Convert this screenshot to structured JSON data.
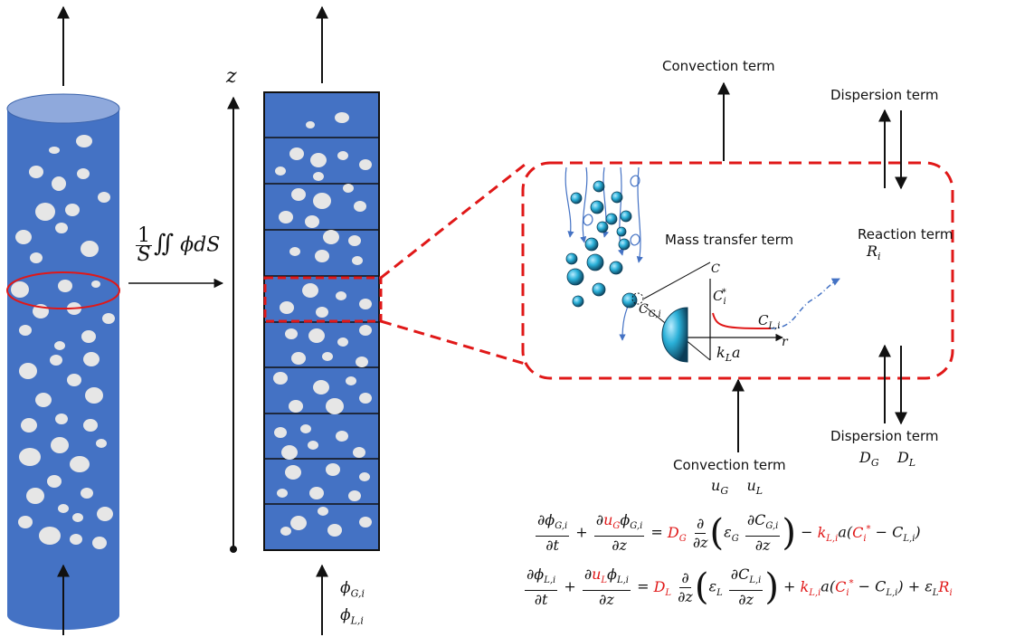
{
  "operator": {
    "fraction_numerator": "1",
    "fraction_denominator": "S",
    "integral": "∬",
    "integrand": "ϕdS"
  },
  "axis_label": "z",
  "column_bottom_labels": [
    "ϕG,i",
    "ϕL,i"
  ],
  "zoom_box_terms": {
    "convection_top": "Convection term",
    "dispersion_top": "Dispersion term",
    "mass_transfer": "Mass transfer term",
    "reaction": "Reaction term",
    "reaction_symbol": "Ri",
    "convection_bottom": "Convection term",
    "convection_symbols": "uG   uL",
    "dispersion_bottom": "Dispersion term",
    "dispersion_symbols": "DG   DL"
  },
  "mass_transfer_plot": {
    "y_axis": "C",
    "x_axis": "r",
    "interface_conc": "Ci*",
    "bulk_conc": "CL,i",
    "gas_conc": "CG,i",
    "coefficient": "kLa"
  },
  "equations": {
    "gas": "∂ϕG,i/∂t + ∂uGϕG,i/∂z = DG ∂/∂z(εG ∂CG,i/∂z) − kL,i a(Ci* − CL,i)",
    "liquid": "∂ϕL,i/∂t + ∂uLϕL,i/∂z = DL ∂/∂z(εL ∂CL,i/∂z) + kL,i a(Ci* − CL,i) + εL Ri"
  },
  "colors": {
    "column_blue": "#4472c4",
    "bubble": "#e6e6e6",
    "highlight_red": "#e01818",
    "particle_cyan": "#2ab0d8"
  }
}
